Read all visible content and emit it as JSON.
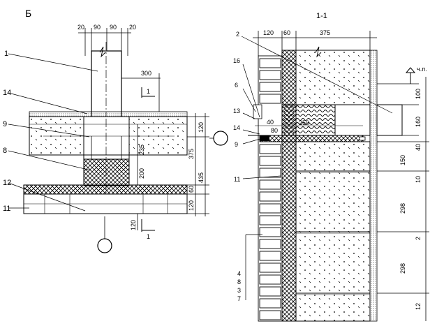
{
  "view_b": {
    "title": "Б",
    "top_dims": [
      "20",
      "90",
      "90",
      "20"
    ],
    "dim_300": "300",
    "section_mark": "1",
    "callouts": [
      "1",
      "14",
      "9",
      "8",
      "12",
      "11"
    ],
    "dims_inner": [
      "235",
      "200"
    ],
    "dims_right": [
      "120",
      "375",
      "435",
      "60",
      "120"
    ],
    "dim_bottom": "120"
  },
  "view_section": {
    "title": "1-1",
    "top_dims": [
      "120",
      "60",
      "375"
    ],
    "cp_label": "ч.п.",
    "callouts_upper": [
      "2",
      "16",
      "6",
      "13",
      "14",
      "9",
      "11"
    ],
    "callouts_lower": [
      "4",
      "8",
      "3",
      "7"
    ],
    "dims_inner": [
      "40",
      "80",
      "250"
    ],
    "dims_right": [
      "100",
      "160",
      "150",
      "40",
      "10",
      "298",
      "2",
      "298",
      "12"
    ]
  }
}
